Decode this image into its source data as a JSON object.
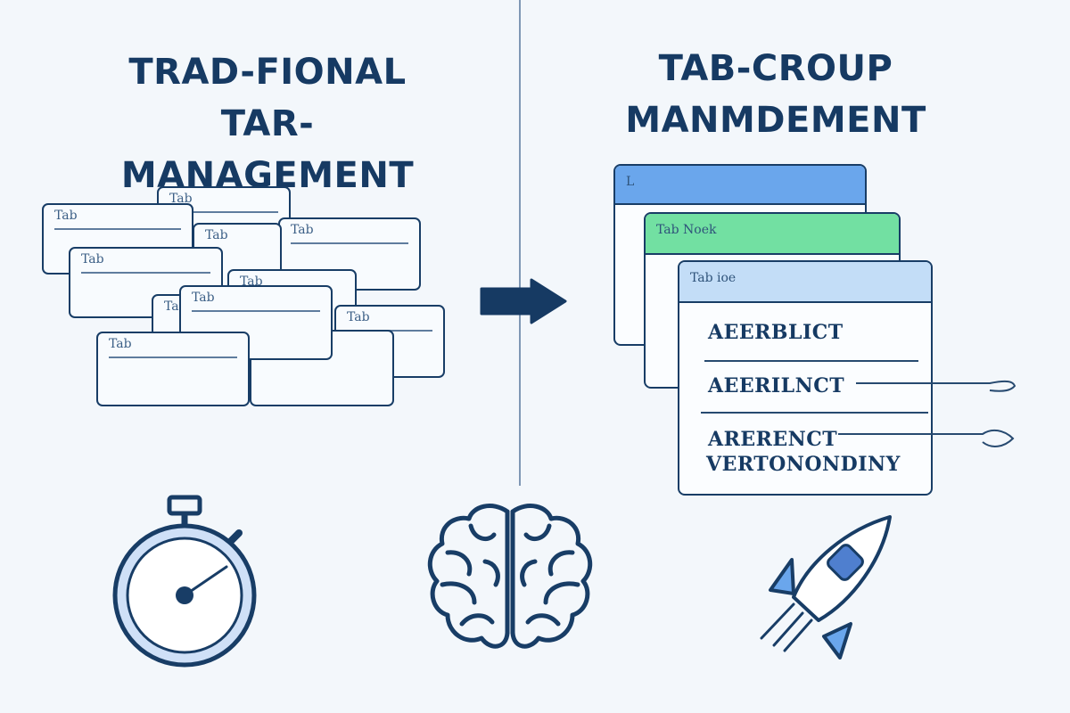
{
  "left_panel": {
    "title_lines": [
      "TRAD-FIONAL",
      "TAR-MANAGEMENT"
    ],
    "tabs": [
      {
        "label": "Tab"
      },
      {
        "label": "Tab"
      },
      {
        "label": "Tab"
      },
      {
        "label": "Tab"
      },
      {
        "label": "Tab"
      },
      {
        "label": "Tab"
      },
      {
        "label": "Tab"
      },
      {
        "label": "Tab"
      },
      {
        "label": "Tab"
      },
      {
        "label": "Tab"
      }
    ]
  },
  "right_panel": {
    "title_lines": [
      "TAB-CROUP",
      "MANMDEMENT"
    ],
    "groups": [
      {
        "label": "L",
        "color": "#6aa6ec"
      },
      {
        "label": "Tab Noek",
        "color": "#72e0a2"
      },
      {
        "label": "Tab ioe",
        "color": "#c3ddf7"
      }
    ],
    "rows": [
      "AEERBLICT",
      "AEERILNCT",
      "ARERENCT"
    ],
    "row_extra": "VERTONONDINY"
  },
  "icons": {
    "left": "stopwatch-icon",
    "center": "brain-icon",
    "right": "rocket-icon",
    "transition": "arrow-right-icon"
  },
  "colors": {
    "navy": "#183d66",
    "blue": "#6aa6ec",
    "green": "#72e0a2",
    "light_blue": "#c3ddf7"
  }
}
